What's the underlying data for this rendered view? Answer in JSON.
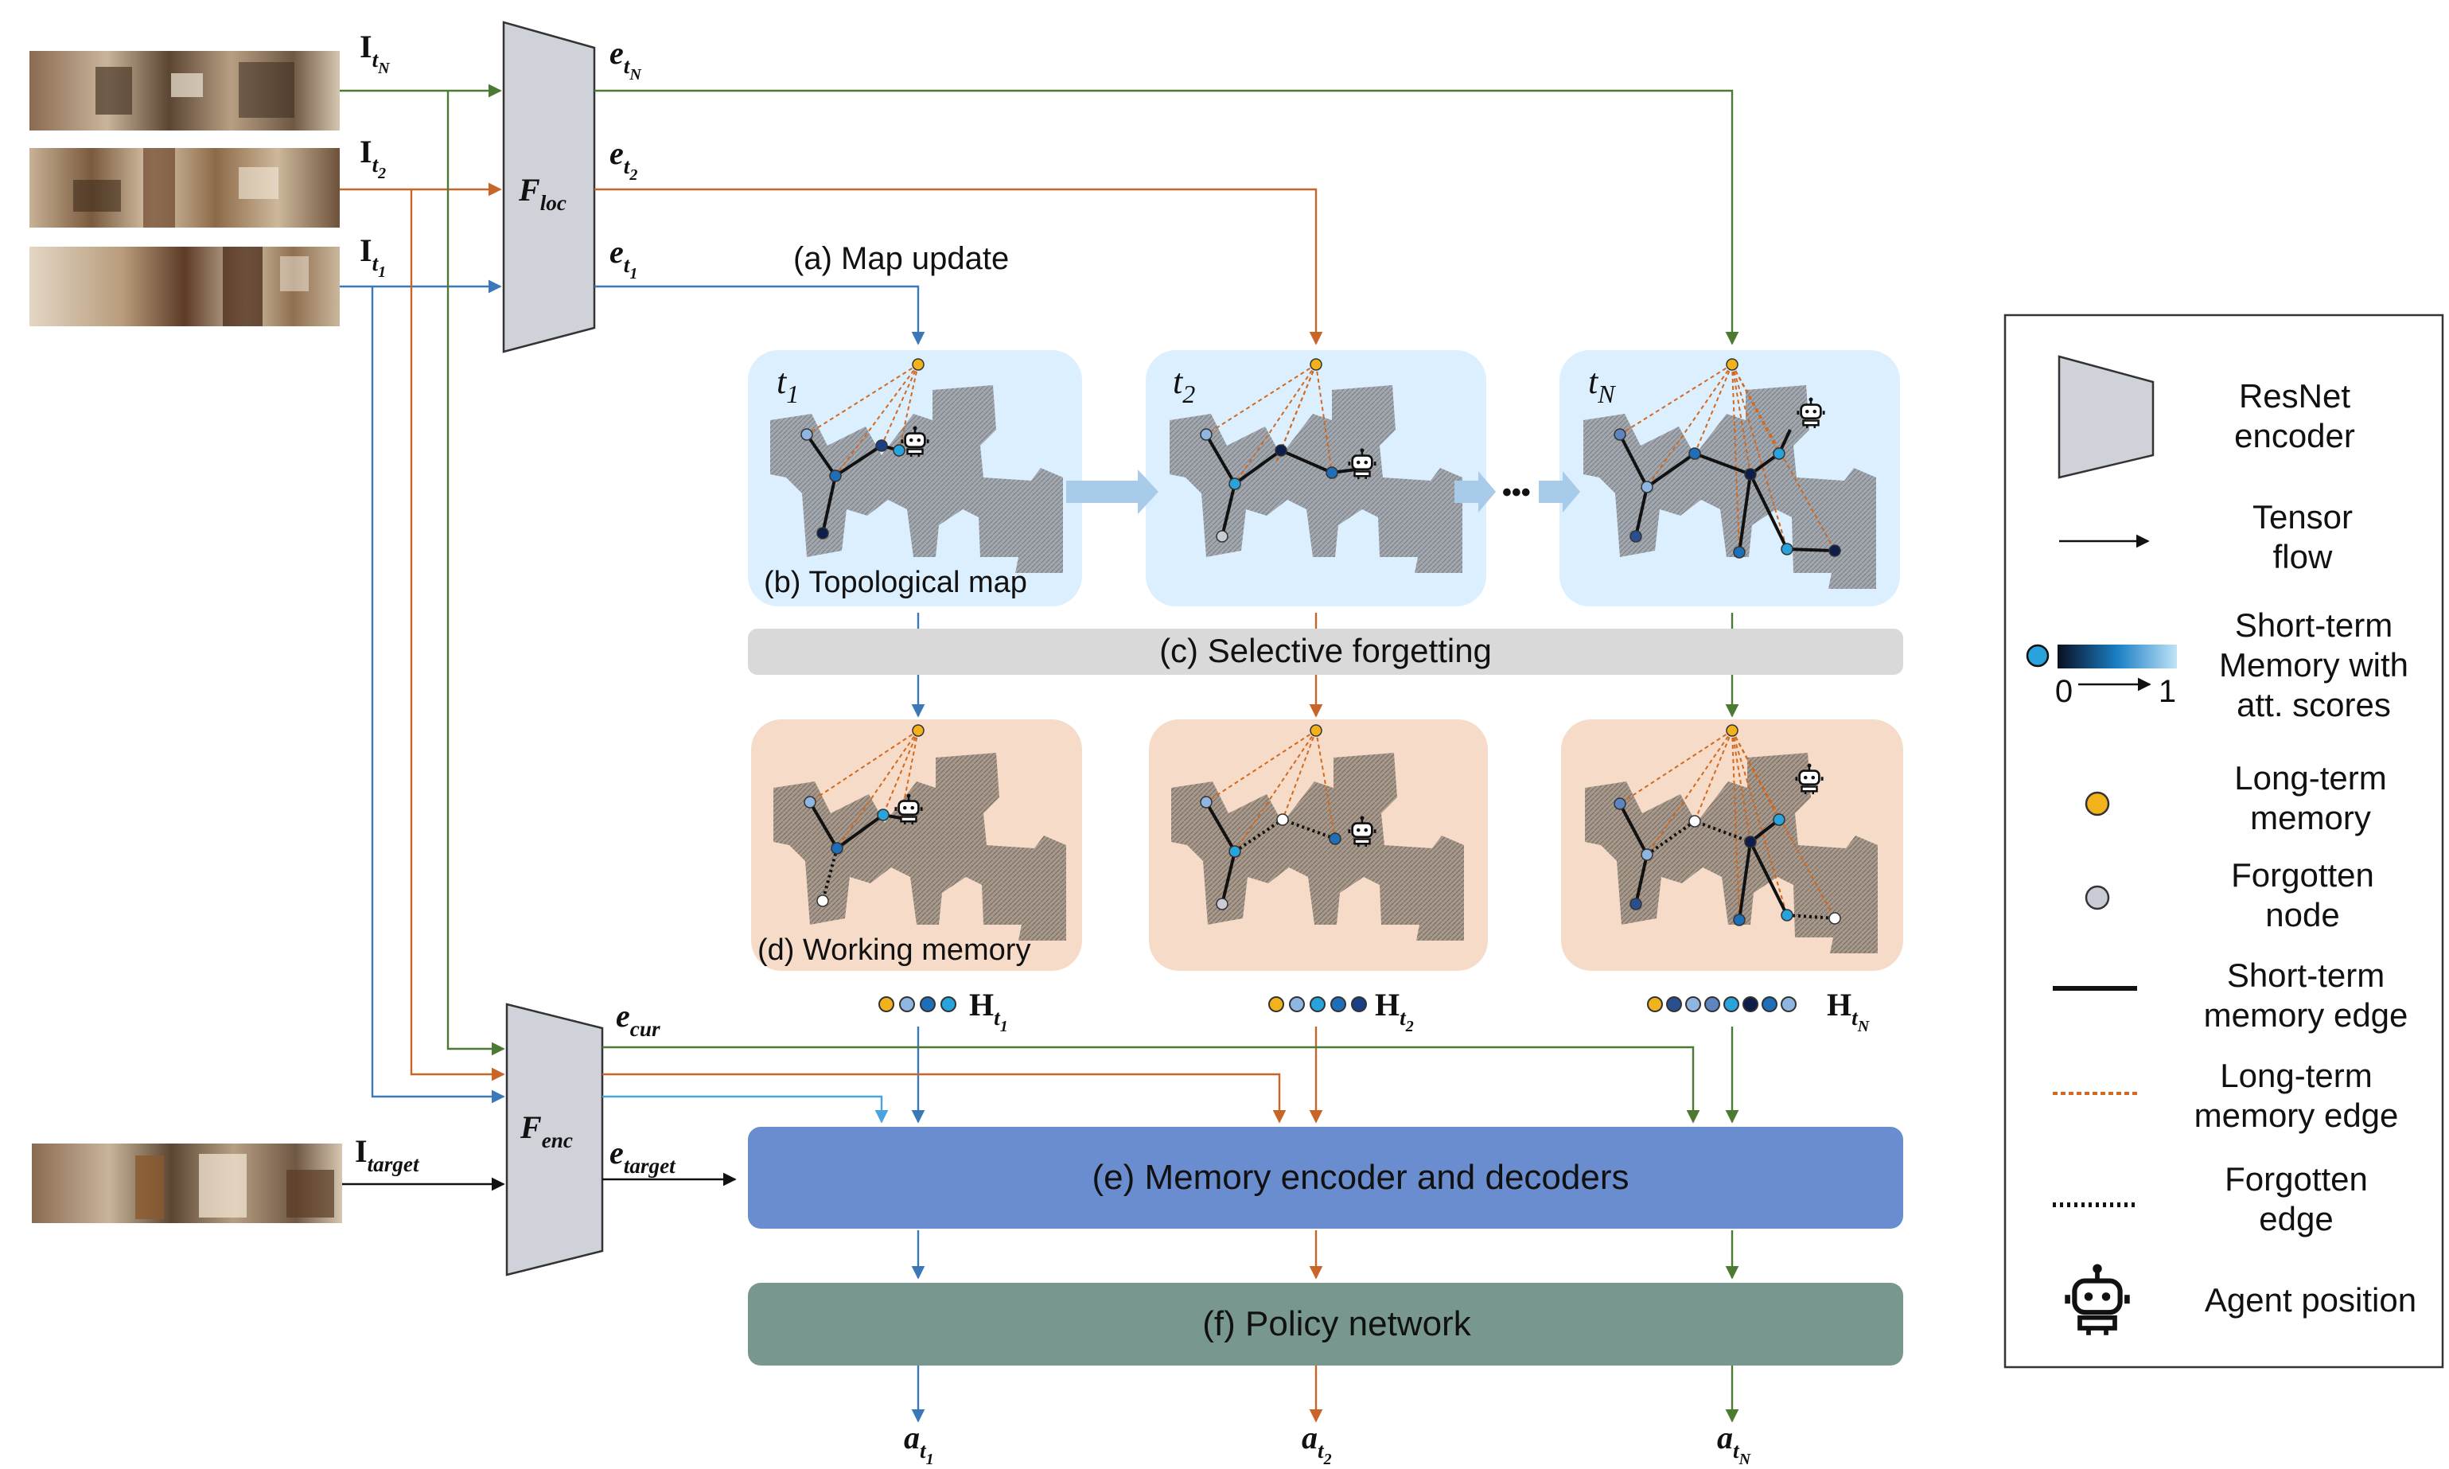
{
  "inputs": {
    "I_tN": {
      "base": "I",
      "sub": "t",
      "subsub": "N"
    },
    "I_t2": {
      "base": "I",
      "sub": "t",
      "subsub": "2"
    },
    "I_t1": {
      "base": "I",
      "sub": "t",
      "subsub": "1"
    },
    "I_target": {
      "base": "I",
      "sub": "target"
    }
  },
  "encoders": {
    "loc": {
      "base": "F",
      "sub": "loc"
    },
    "enc": {
      "base": "F",
      "sub": "enc"
    }
  },
  "embeddings": {
    "e_tN": {
      "base": "e",
      "sub": "t",
      "subsub": "N"
    },
    "e_t2": {
      "base": "e",
      "sub": "t",
      "subsub": "2"
    },
    "e_t1": {
      "base": "e",
      "sub": "t",
      "subsub": "1"
    },
    "e_cur": {
      "base": "e",
      "sub": "cur"
    },
    "e_target": {
      "base": "e",
      "sub": "target"
    }
  },
  "labels": {
    "map_update": "(a) Map update",
    "topological_map": "(b) Topological map",
    "selective_forgetting": "(c) Selective forgetting",
    "working_memory": "(d) Working memory",
    "memory_encoder": "(e) Memory encoder and decoders",
    "policy_network": "(f) Policy network",
    "ellipsis": "•••"
  },
  "timesteps": [
    {
      "label": "t",
      "sub": "1"
    },
    {
      "label": "t",
      "sub": "2"
    },
    {
      "label": "t",
      "sub": "N"
    }
  ],
  "memories": [
    {
      "base": "H",
      "sub": "t",
      "subsub": "1"
    },
    {
      "base": "H",
      "sub": "t",
      "subsub": "2"
    },
    {
      "base": "H",
      "sub": "t",
      "subsub": "N"
    }
  ],
  "actions": [
    {
      "base": "a",
      "sub": "t",
      "subsub": "1"
    },
    {
      "base": "a",
      "sub": "t",
      "subsub": "2"
    },
    {
      "base": "a",
      "sub": "t",
      "subsub": "N"
    }
  ],
  "legend": {
    "resnet": [
      "ResNet",
      "encoder"
    ],
    "tensor": [
      "Tensor",
      "flow"
    ],
    "short_term": [
      "Short-term",
      "Memory with",
      "att. scores"
    ],
    "scale_min": "0",
    "scale_max": "1",
    "long_term": [
      "Long-term",
      "memory"
    ],
    "forgotten_node": [
      "Forgotten",
      "node"
    ],
    "short_edge": [
      "Short-term",
      "memory edge"
    ],
    "long_edge": [
      "Long-term",
      "memory edge"
    ],
    "forgotten_edge": [
      "Forgotten",
      "edge"
    ],
    "agent": [
      "Agent position"
    ]
  },
  "colors": {
    "t1": "#3a78b8",
    "t2": "#c8662a",
    "tN": "#4d7a32",
    "long_term_node": "#f2b21b",
    "forgotten_node": "#c9ccd4",
    "map_panel": "#dcefff",
    "working_panel": "#f6dcc8",
    "forgetting_bar": "#d9d9d9",
    "memory_encoder": "#6a8dd0",
    "policy_network": "#78988f",
    "encoder_fill": "#cfd2d9"
  }
}
